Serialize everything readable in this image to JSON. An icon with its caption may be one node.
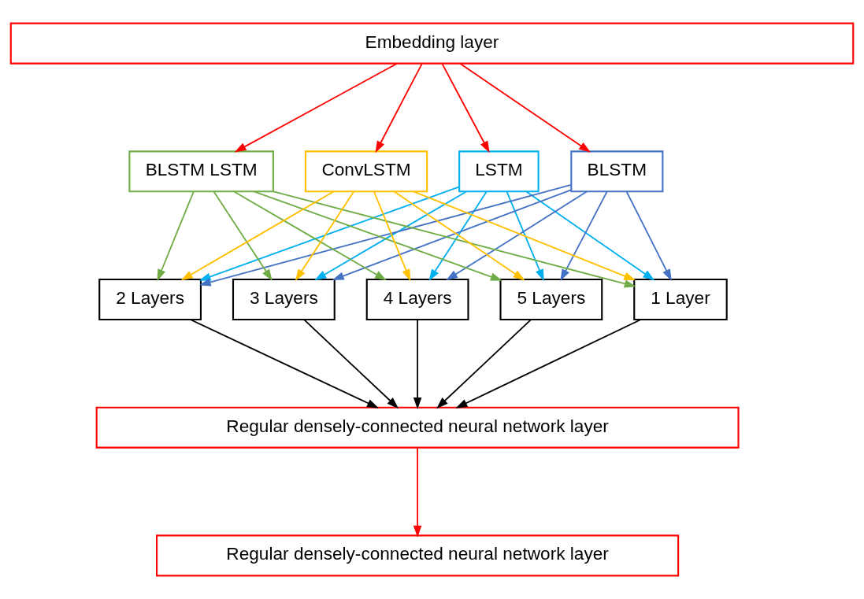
{
  "diagram": {
    "nodes": [
      {
        "text": [
          "Embedding layer"
        ]
      },
      {
        "text": [
          "LSTM"
        ]
      },
      {
        "text": [
          "BLSTM"
        ]
      },
      {
        "text": [
          "BLSTM LSTM"
        ]
      },
      {
        "text": [
          "ConvLSTM"
        ]
      },
      {
        "text": [
          "1 Layer"
        ]
      },
      {
        "text": [
          "2 Layers"
        ]
      },
      {
        "text": [
          "3 Layers"
        ]
      },
      {
        "text": [
          "4 Layers"
        ]
      },
      {
        "text": [
          "5 Layers"
        ]
      },
      {
        "text": [
          "Regular densely-connected neural network layer"
        ]
      },
      {
        "text": [
          "Regular densely-connected neural network layer"
        ]
      }
    ],
    "edges": [
      {
        "from": 0,
        "to": 1,
        "arrow": "to",
        "color": "#ff0000"
      },
      {
        "from": 0,
        "to": 2,
        "arrow": "to",
        "color": "#ff0000"
      },
      {
        "from": 0,
        "to": 3,
        "arrow": "to",
        "color": "#ff0000"
      },
      {
        "from": 0,
        "to": 4,
        "arrow": "to",
        "color": "#ff0000"
      },
      {
        "from": 1,
        "to": 5,
        "arrow": "to",
        "color": "#00b0f0"
      },
      {
        "from": 1,
        "to": 6,
        "arrow": "to",
        "color": "#00b0f0"
      },
      {
        "from": 1,
        "to": 7,
        "arrow": "to",
        "color": "#00b0f0"
      },
      {
        "from": 1,
        "to": 8,
        "arrow": "to",
        "color": "#00b0f0"
      },
      {
        "from": 1,
        "to": 9,
        "arrow": "to",
        "color": "#00b0f0"
      },
      {
        "from": 2,
        "to": 5,
        "arrow": "to",
        "color": "#4472c4"
      },
      {
        "from": 2,
        "to": 6,
        "arrow": "to",
        "color": "#4472c4"
      },
      {
        "from": 2,
        "to": 7,
        "arrow": "to",
        "color": "#4472c4"
      },
      {
        "from": 2,
        "to": 8,
        "arrow": "to",
        "color": "#4472c4"
      },
      {
        "from": 2,
        "to": 9,
        "arrow": "to",
        "color": "#4472c4"
      },
      {
        "from": 3,
        "to": 5,
        "arrow": "to",
        "color": "#70ad47"
      },
      {
        "from": 3,
        "to": 6,
        "arrow": "to",
        "color": "#70ad47"
      },
      {
        "from": 3,
        "to": 7,
        "arrow": "to",
        "color": "#70ad47"
      },
      {
        "from": 3,
        "to": 8,
        "arrow": "to",
        "color": "#70ad47"
      },
      {
        "from": 3,
        "to": 9,
        "arrow": "to",
        "color": "#70ad47"
      },
      {
        "from": 4,
        "to": 5,
        "arrow": "to",
        "color": "#ffc000"
      },
      {
        "from": 4,
        "to": 6,
        "arrow": "to",
        "color": "#ffc000"
      },
      {
        "from": 4,
        "to": 7,
        "arrow": "to",
        "color": "#ffc000"
      },
      {
        "from": 4,
        "to": 8,
        "arrow": "to",
        "color": "#ffc000"
      },
      {
        "from": 4,
        "to": 9,
        "arrow": "to",
        "color": "#ffc000"
      },
      {
        "from": 5,
        "to": 10,
        "arrow": "to",
        "color": "#000000"
      },
      {
        "from": 6,
        "to": 10,
        "arrow": "to",
        "color": "#000000"
      },
      {
        "from": 7,
        "to": 10,
        "arrow": "to",
        "color": "#000000"
      },
      {
        "from": 8,
        "to": 10,
        "arrow": "to",
        "color": "#000000"
      },
      {
        "from": 9,
        "to": 10,
        "arrow": "to",
        "color": "#000000"
      },
      {
        "from": 10,
        "to": 11,
        "arrow": "to",
        "color": "#ff0000"
      }
    ]
  }
}
